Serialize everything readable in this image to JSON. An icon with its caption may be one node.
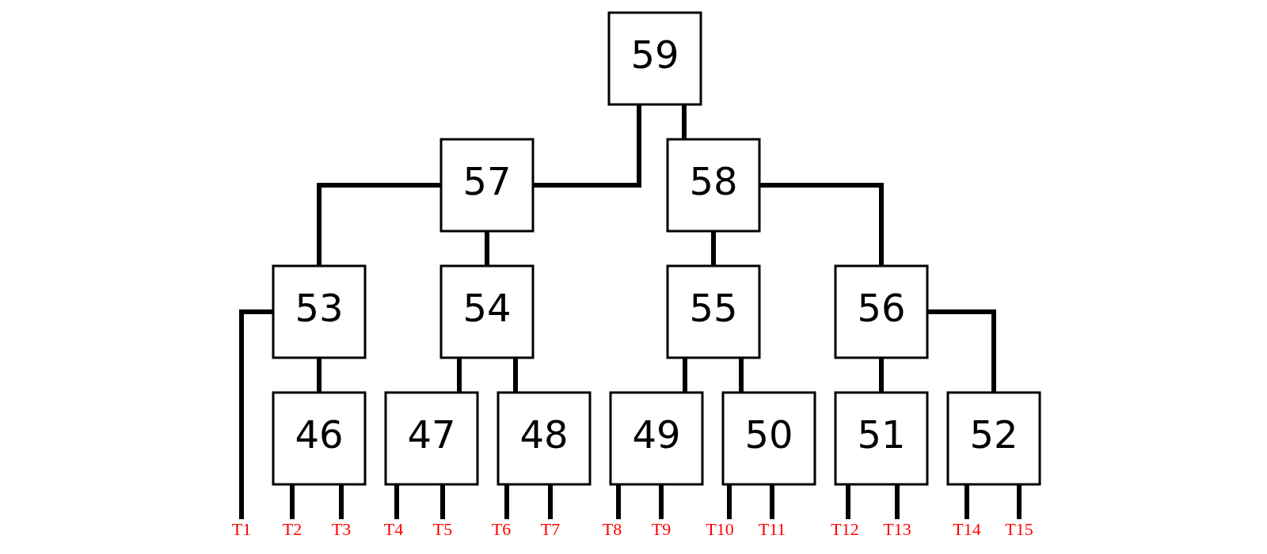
{
  "diagram": {
    "nodes": [
      {
        "text": [
          "59"
        ]
      },
      {
        "text": [
          "57"
        ]
      },
      {
        "text": [
          "58"
        ]
      },
      {
        "text": [
          "53"
        ]
      },
      {
        "text": [
          "54"
        ]
      },
      {
        "text": [
          "55"
        ]
      },
      {
        "text": [
          "56"
        ]
      },
      {
        "text": [
          "46"
        ]
      },
      {
        "text": [
          "47"
        ]
      },
      {
        "text": [
          "48"
        ]
      },
      {
        "text": [
          "49"
        ]
      },
      {
        "text": [
          "50"
        ]
      },
      {
        "text": [
          "51"
        ]
      },
      {
        "text": [
          "52"
        ]
      },
      {
        "text": [
          "T1"
        ]
      },
      {
        "text": [
          "T2"
        ]
      },
      {
        "text": [
          "T3"
        ]
      },
      {
        "text": [
          "T4"
        ]
      },
      {
        "text": [
          "T5"
        ]
      },
      {
        "text": [
          "T6"
        ]
      },
      {
        "text": [
          "T7"
        ]
      },
      {
        "text": [
          "T8"
        ]
      },
      {
        "text": [
          "T9"
        ]
      },
      {
        "text": [
          "T10"
        ]
      },
      {
        "text": [
          "T11"
        ]
      },
      {
        "text": [
          "T12"
        ]
      },
      {
        "text": [
          "T13"
        ]
      },
      {
        "text": [
          "T14"
        ]
      },
      {
        "text": [
          "T15"
        ]
      }
    ],
    "edges": [
      {
        "from": 0,
        "to": 1,
        "arrow": "none"
      },
      {
        "from": 0,
        "to": 2,
        "arrow": "none"
      },
      {
        "from": 1,
        "to": 3,
        "arrow": "none"
      },
      {
        "from": 1,
        "to": 4,
        "arrow": "none"
      },
      {
        "from": 2,
        "to": 5,
        "arrow": "none"
      },
      {
        "from": 2,
        "to": 6,
        "arrow": "none"
      },
      {
        "from": 3,
        "to": 14,
        "arrow": "none"
      },
      {
        "from": 3,
        "to": 7,
        "arrow": "none"
      },
      {
        "from": 4,
        "to": 8,
        "arrow": "none"
      },
      {
        "from": 4,
        "to": 9,
        "arrow": "none"
      },
      {
        "from": 5,
        "to": 10,
        "arrow": "none"
      },
      {
        "from": 5,
        "to": 11,
        "arrow": "none"
      },
      {
        "from": 6,
        "to": 12,
        "arrow": "none"
      },
      {
        "from": 6,
        "to": 13,
        "arrow": "none"
      },
      {
        "from": 7,
        "to": 15,
        "arrow": "none"
      },
      {
        "from": 7,
        "to": 16,
        "arrow": "none"
      },
      {
        "from": 8,
        "to": 17,
        "arrow": "none"
      },
      {
        "from": 8,
        "to": 18,
        "arrow": "none"
      },
      {
        "from": 9,
        "to": 19,
        "arrow": "none"
      },
      {
        "from": 9,
        "to": 20,
        "arrow": "none"
      },
      {
        "from": 10,
        "to": 21,
        "arrow": "none"
      },
      {
        "from": 10,
        "to": 22,
        "arrow": "none"
      },
      {
        "from": 11,
        "to": 23,
        "arrow": "none"
      },
      {
        "from": 11,
        "to": 24,
        "arrow": "none"
      },
      {
        "from": 12,
        "to": 25,
        "arrow": "none"
      },
      {
        "from": 12,
        "to": 26,
        "arrow": "none"
      },
      {
        "from": 13,
        "to": 27,
        "arrow": "none"
      },
      {
        "from": 13,
        "to": 28,
        "arrow": "none"
      }
    ]
  }
}
